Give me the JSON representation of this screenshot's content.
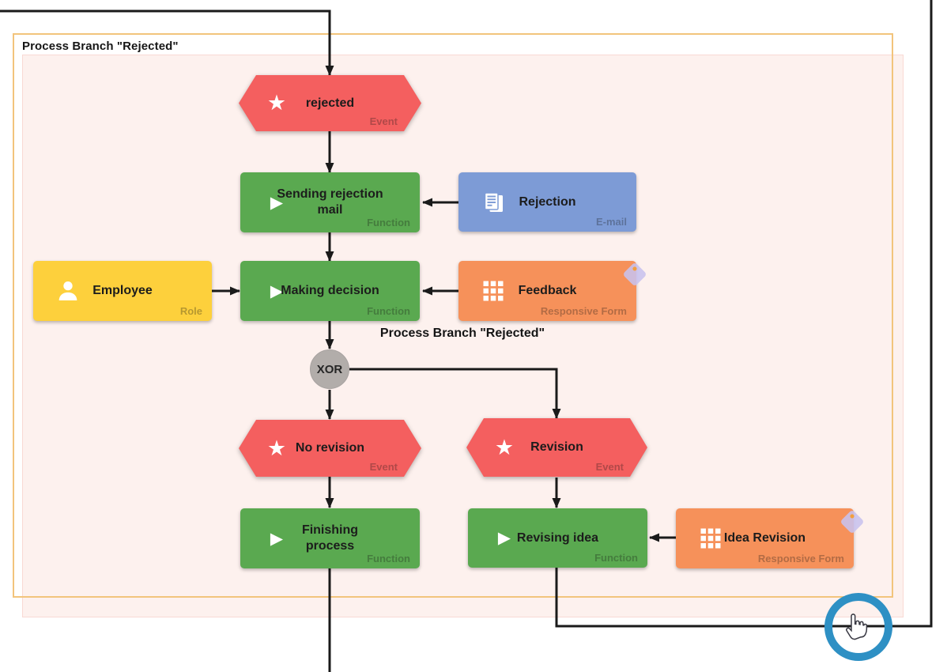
{
  "diagram": {
    "container_label": "Process Branch \"Rejected\"",
    "branch_label": "Process Branch \"Rejected\"",
    "nodes": {
      "rejected": {
        "title": "rejected",
        "type_label": "Event"
      },
      "sending_mail": {
        "title": "Sending rejection mail",
        "type_label": "Function"
      },
      "rejection": {
        "title": "Rejection",
        "type_label": "E-mail"
      },
      "employee": {
        "title": "Employee",
        "type_label": "Role"
      },
      "making_decision": {
        "title": "Making decision",
        "type_label": "Function"
      },
      "feedback": {
        "title": "Feedback",
        "type_label": "Responsive Form"
      },
      "xor_gateway": {
        "title": "XOR"
      },
      "no_revision": {
        "title": "No revision",
        "type_label": "Event"
      },
      "revision": {
        "title": "Revision",
        "type_label": "Event"
      },
      "finishing_process": {
        "title": "Finishing process",
        "type_label": "Function"
      },
      "revising_idea": {
        "title": "Revising idea",
        "type_label": "Function"
      },
      "idea_revision": {
        "title": "Idea Revision",
        "type_label": "Responsive Form"
      }
    },
    "colors": {
      "event": "#f45f5f",
      "function": "#5aa950",
      "email": "#7d9bd6",
      "role": "#fdd03c",
      "responsive_form": "#f6915a",
      "gateway": "#b2adaa",
      "container_border": "#f2c47c",
      "branch_fill": "#fdf1ee",
      "branch_border": "#f9d9d4",
      "connector": "#1a1a1a",
      "cursor_ring": "#2e90c4",
      "tag": "#c9c3ef"
    }
  }
}
